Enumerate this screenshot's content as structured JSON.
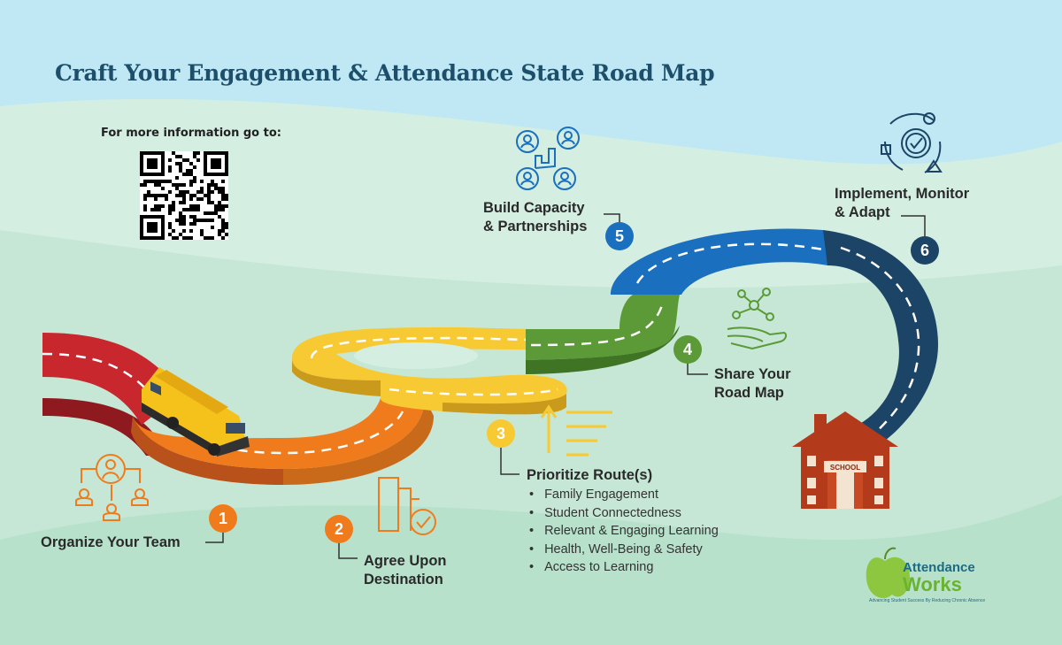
{
  "title": "Craft Your Engagement & Attendance State Road Map",
  "info_text": "For more information go to:",
  "colors": {
    "navy": "#1d4f6b",
    "red": "#c9272e",
    "orange": "#f07b1c",
    "yellow": "#f7c932",
    "green": "#5b9a37",
    "blue": "#1b6fbf",
    "dark_blue": "#1c4466",
    "school": "#b33a1b"
  },
  "steps": [
    {
      "number": "1",
      "label_lines": [
        "Organize Your Team"
      ],
      "icon": "team-org-icon"
    },
    {
      "number": "2",
      "label_lines": [
        "Agree Upon",
        "Destination"
      ],
      "icon": "destination-checklist-icon"
    },
    {
      "number": "3",
      "label_lines": [
        "Prioritize Route(s)"
      ],
      "icon": "priority-list-icon",
      "routes": [
        "Family Engagement",
        "Student Connectedness",
        "Relevant & Engaging Learning",
        "Health, Well-Being & Safety",
        "Access to Learning"
      ]
    },
    {
      "number": "4",
      "label_lines": [
        "Share Your",
        "Road Map"
      ],
      "icon": "network-hand-icon"
    },
    {
      "number": "5",
      "label_lines": [
        "Build Capacity",
        "& Partnerships"
      ],
      "icon": "partnership-chart-icon"
    },
    {
      "number": "6",
      "label_lines": [
        "Implement, Monitor",
        "& Adapt"
      ],
      "icon": "cycle-gear-icon"
    }
  ],
  "school_sign": "SCHOOL",
  "logo": {
    "line1": "Attendance",
    "line2": "Works",
    "tagline": "Advancing Student Success By Reducing Chronic Absence"
  }
}
